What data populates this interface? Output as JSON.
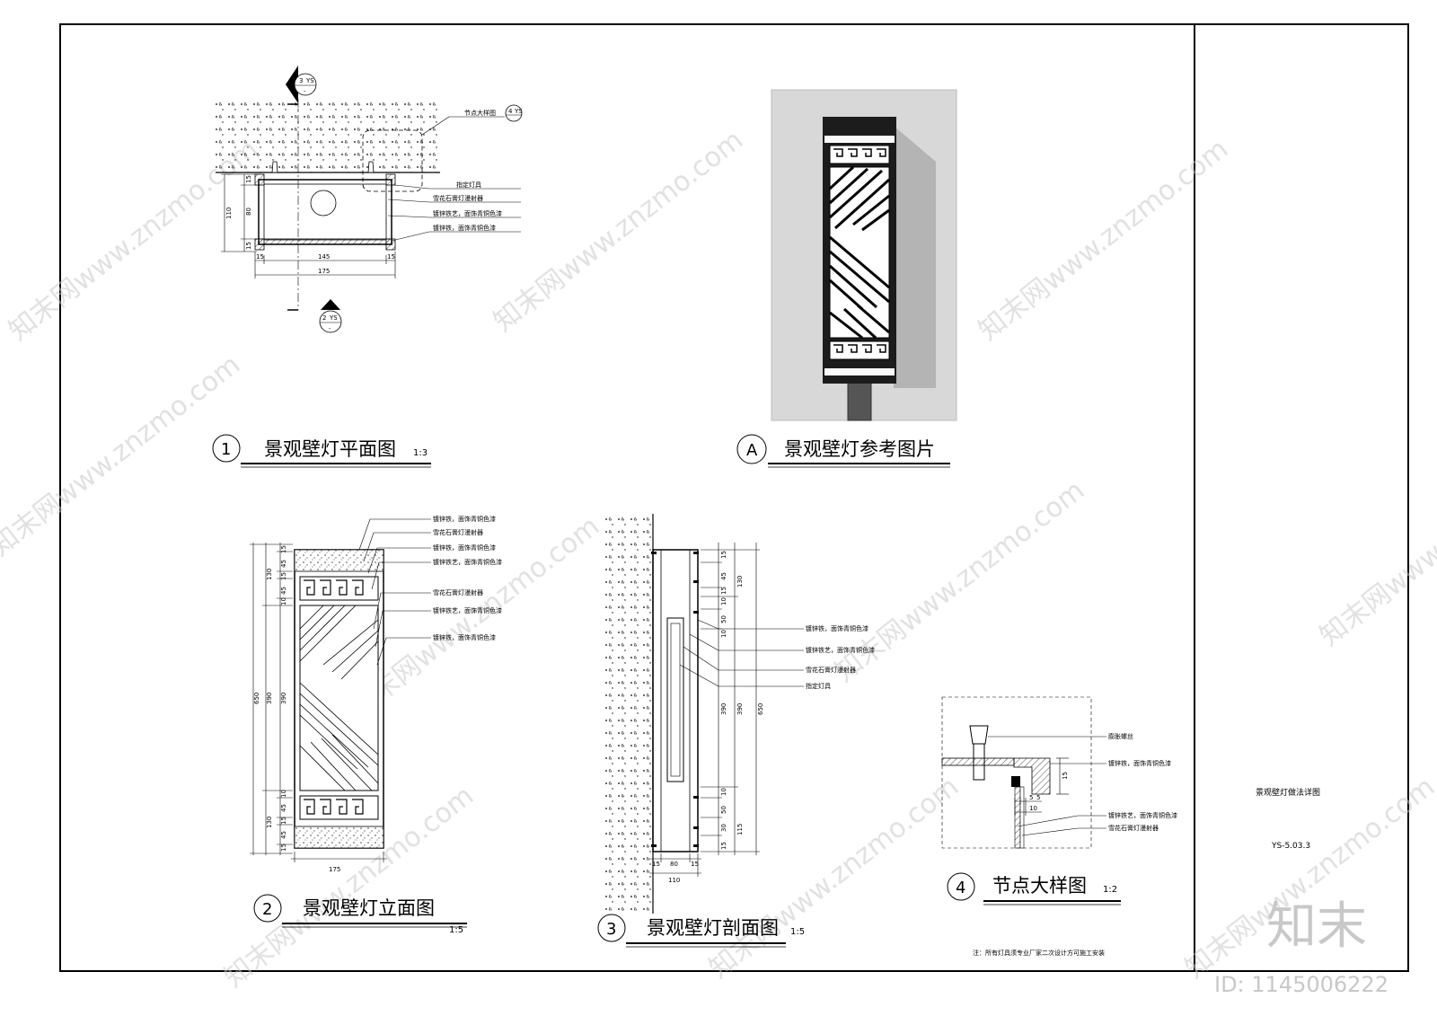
{
  "sheet": {
    "title_block": {
      "drawing_name": "景观壁灯做法详图",
      "drawing_no": "YS-5.03.3"
    },
    "watermark": {
      "site": "知末网www.znzmo.com",
      "logo": "知末",
      "id_text": "ID: 1145006222"
    },
    "general_note": "注：所有灯具须专业厂家二次设计方可施工安装"
  },
  "views": {
    "plan": {
      "number": "1",
      "title": "景观壁灯平面图",
      "scale": "1:3",
      "section_markers": [
        {
          "num": "3",
          "sheet": "YS",
          "sub": "-"
        },
        {
          "num": "2",
          "sheet": "YS",
          "sub": "-"
        }
      ],
      "detail_callout": {
        "label": "节点大样图",
        "num": "4",
        "sheet": "YS"
      },
      "leaders": [
        "指定灯具",
        "雪花石膏灯漫射器",
        "镀锌铁艺，面饰青铜色漆",
        "镀锌铁，面饰青铜色漆"
      ],
      "dims": {
        "h_total": "110",
        "h_top": "15",
        "h_mid": "80",
        "h_bot": "15",
        "w_left": "15",
        "w_mid": "145",
        "w_right": "15",
        "w_total": "175"
      }
    },
    "reference": {
      "letter": "A",
      "title": "景观壁灯参考图片"
    },
    "elevation": {
      "number": "2",
      "title": "景观壁灯立面图",
      "scale": "1:5",
      "leaders": [
        "镀锌铁，面饰青铜色漆",
        "雪花石膏灯漫射器",
        "镀锌铁，面饰青铜色漆",
        "镀锌铁艺，面饰青铜色漆",
        "雪花石膏灯漫射器",
        "镀锌铁艺，面饰青铜色漆",
        "镀锌铁，面饰青铜色漆"
      ],
      "dims_left": [
        "15",
        "45",
        "15",
        "45",
        "10",
        "390",
        "10",
        "45",
        "15",
        "45",
        "15"
      ],
      "dims_outer": [
        "130",
        "390",
        "130"
      ],
      "dim_total": "650",
      "width": "175"
    },
    "section": {
      "number": "3",
      "title": "景观壁灯剖面图",
      "scale": "1:5",
      "leaders": [
        "镀锌铁，面饰青铜色漆",
        "镀锌铁艺，面饰青铜色漆",
        "雪花石膏灯漫射器",
        "指定灯具"
      ],
      "dims_right": [
        "15",
        "45",
        "15",
        "10",
        "50",
        "10",
        "390",
        "10",
        "50",
        "30",
        "15"
      ],
      "dims_outer": [
        "130",
        "390",
        "115"
      ],
      "dim_total": "650",
      "dims_bottom": [
        "15",
        "80",
        "15"
      ],
      "width_total": "110"
    },
    "detail": {
      "number": "4",
      "title": "节点大样图",
      "scale": "1:2",
      "leaders": [
        "膨胀螺丝",
        "镀锌铁，面饰青铜色漆",
        "镀锌铁艺，面饰青铜色漆",
        "雪花石膏灯漫射器"
      ],
      "dims": [
        "15",
        "5",
        "5",
        "10"
      ]
    }
  }
}
